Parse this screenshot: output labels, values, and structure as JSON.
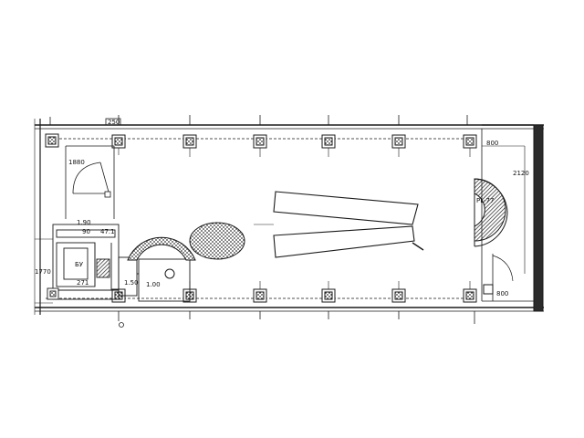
{
  "drawing": {
    "type": "architectural floor plan",
    "colors": {
      "line": "#1a1a1a",
      "hatch": "#444444",
      "paper": "#ffffff"
    }
  },
  "labels": {
    "top_gap": "250",
    "left_room": "1880",
    "left_small_a": "1.90",
    "left_small_b": "90",
    "left_small_c": "47.1",
    "left_box": "БУ",
    "left_margin": "1770",
    "left_inner": "271",
    "left_inner_b": "1.50",
    "left_inner_c": "1.00",
    "right_top": "800",
    "right_side": "2120",
    "right_bottom": "800",
    "right_inner": "PL-77"
  }
}
